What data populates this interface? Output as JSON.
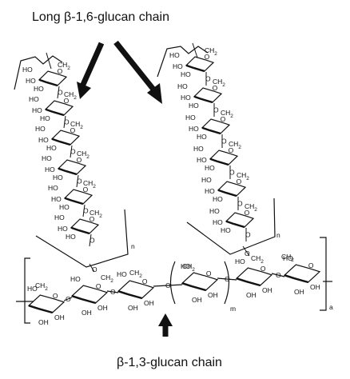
{
  "captions": {
    "top": "Long β-1,6-glucan chain",
    "bottom": "β-1,3-glucan chain"
  },
  "atoms": {
    "ho": "HO",
    "ch2": "CH",
    "sub2": "2",
    "oh": "OH",
    "o": "O"
  },
  "repeat_labels": {
    "n": "n",
    "m": "m",
    "a": "a"
  }
}
